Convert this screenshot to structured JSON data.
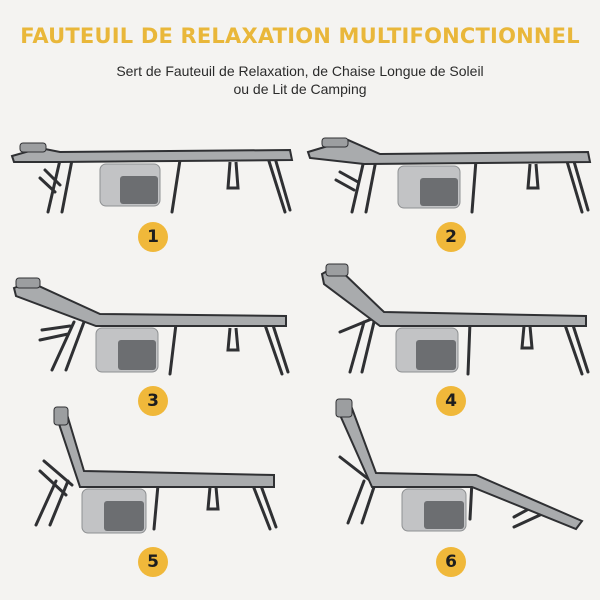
{
  "title": "FAUTEUIL DE RELAXATION MULTIFONCTIONNEL",
  "subtitle": {
    "line1": "Sert de Fauteuil de Relaxation, de Chaise Longue de Soleil",
    "line2": "ou de Lit de Camping"
  },
  "positions": [
    {
      "label": "1"
    },
    {
      "label": "2"
    },
    {
      "label": "3"
    },
    {
      "label": "4"
    },
    {
      "label": "5"
    },
    {
      "label": "6"
    }
  ],
  "colors": {
    "accent": "#f0b83a",
    "fabric": "#a9abad",
    "frame": "#2f3033",
    "bag": "#c2c3c5"
  }
}
